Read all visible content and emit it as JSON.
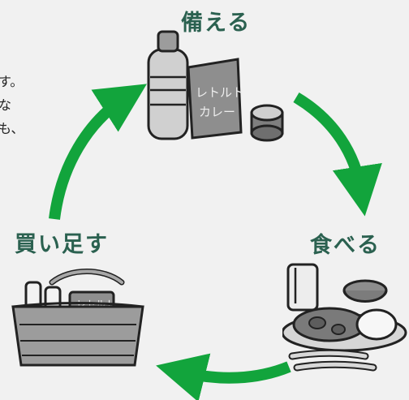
{
  "colors": {
    "background": "#f1f1f1",
    "label_color": "#2b6150",
    "arrow_color": "#12a43c",
    "illustration_gray": "#9c9c9c",
    "outline_color": "#222222"
  },
  "cycle": {
    "steps": [
      {
        "id": "prepare",
        "label": "備える"
      },
      {
        "id": "eat",
        "label": "食べる"
      },
      {
        "id": "restock",
        "label": "買い足す"
      }
    ]
  },
  "text_fragments": {
    "line_1": "す。",
    "line_2": "な",
    "line_3": "も、"
  },
  "illustrations": {
    "prepare": {
      "icon": "emergency-food-icon",
      "pouch_text": "レトルトカレー"
    },
    "eat": {
      "icon": "curry-meal-icon"
    },
    "restock": {
      "icon": "shopping-basket-icon",
      "pack_text": "レトルト"
    }
  },
  "arrows": {
    "count": 3,
    "direction": "clockwise"
  }
}
